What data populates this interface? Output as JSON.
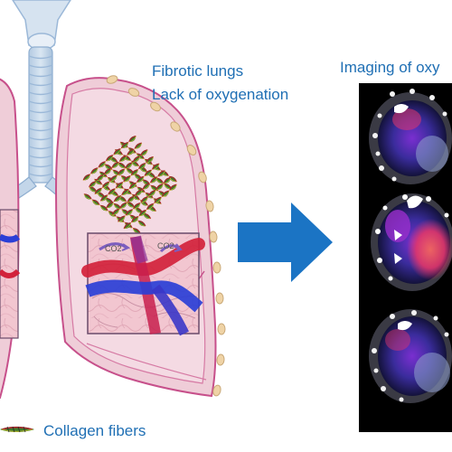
{
  "annotations": {
    "fibrotic_lungs": "Fibrotic lungs",
    "lack_of_oxygenation": "Lack of oxygenation",
    "imaging_title": "Imaging of oxy",
    "collagen_fibers": "Collagen fibers",
    "co2_left": "CO2",
    "co2_right": "CO2"
  },
  "colors": {
    "text_blue": "#1f6fb4",
    "arrow_blue": "#1b74c4",
    "lung_fill": "#efcdd8",
    "lung_outline": "#c7508b",
    "trachea_fill": "#c3d6e9",
    "trachea_ring": "#9bb8d8",
    "pleura_bead": "#efd3a6",
    "vessel_blue": "#2b3fd6",
    "vessel_red": "#d2223b",
    "collagen_green": "#3e7b2a",
    "collagen_red": "#a5252c",
    "scan_background": "#000000"
  },
  "scan_panels": 3,
  "icons": [
    "collagen-fiber-icon",
    "right-arrow-icon"
  ]
}
